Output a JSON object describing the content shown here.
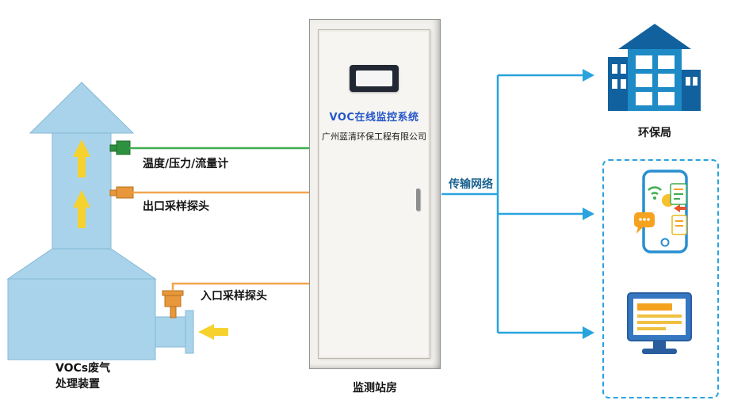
{
  "stack": {
    "label_line1": "VOCs废气",
    "label_line2": "处理装置"
  },
  "sensors": {
    "flow_meter_label": "温度/压力/流量计",
    "outlet_probe_label": "出口采样探头",
    "inlet_probe_label": "入口采样探头"
  },
  "cabinet": {
    "system_title": "VOC在线监控系统",
    "company": "广州蓝清环保工程有限公司",
    "caption": "监测站房"
  },
  "network": {
    "label": "传输网络"
  },
  "destinations": {
    "epa_label": "环保局"
  },
  "icons": {
    "epa_building": "building-icon",
    "mobile_app": "smartphone-icon",
    "desktop": "monitor-icon"
  },
  "colors": {
    "stack_blue": "#a9d3ea",
    "stack_outline": "#85b8d6",
    "arrow_yellow": "#f6d22e",
    "sensor_green": "#2e9140",
    "sensor_orange": "#e8973a",
    "line_green": "#3fae4f",
    "line_orange": "#f2a54e",
    "network_blue": "#29a3dd",
    "network_label": "#1c6390",
    "building_blue": "#1e8ac6",
    "building_dark": "#12619f",
    "title_blue": "#2456c8"
  }
}
